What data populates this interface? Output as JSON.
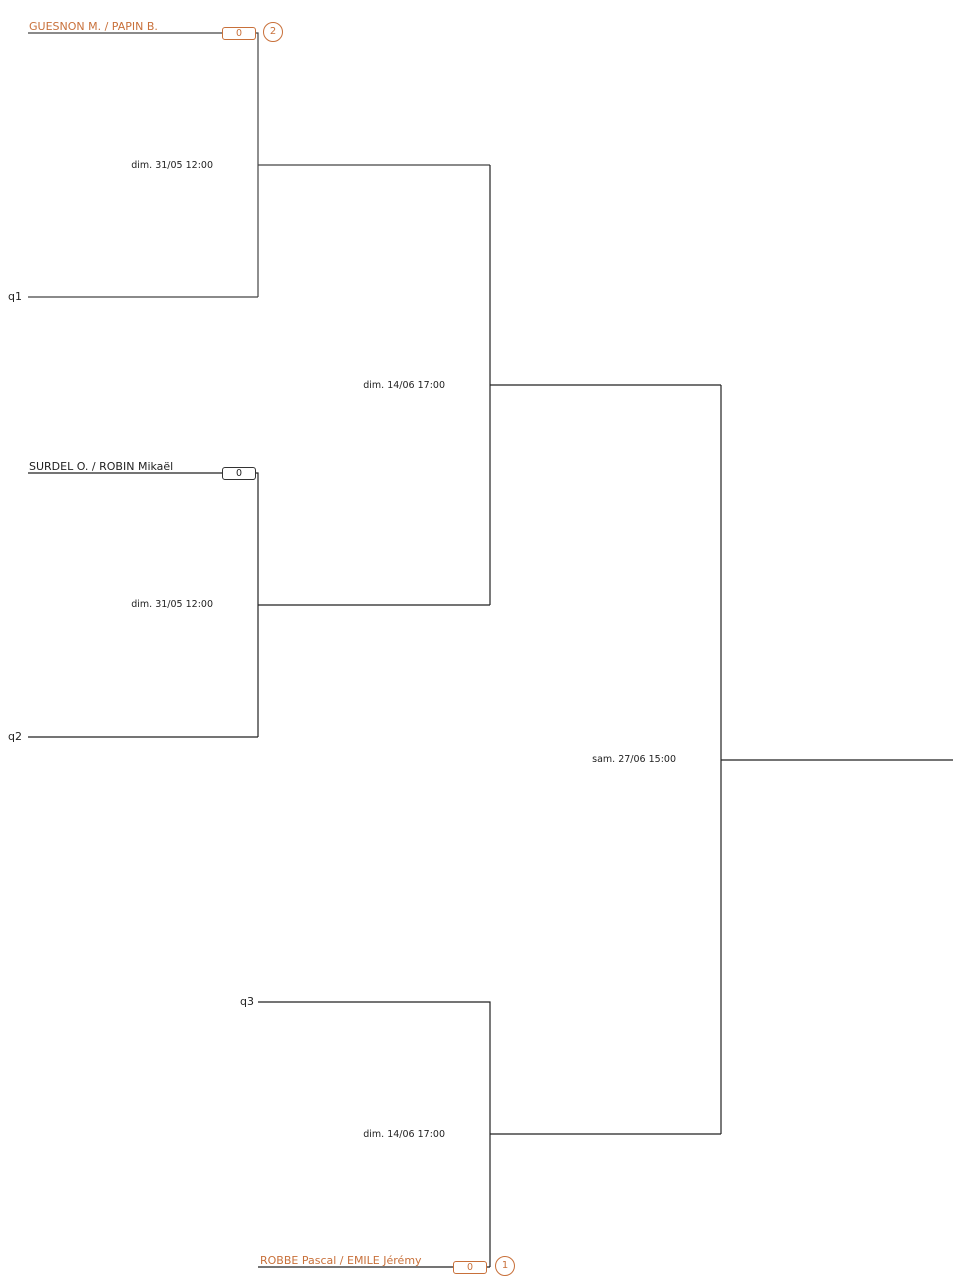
{
  "matches": [
    {
      "team1": "GUESNON M. / PAPIN B.",
      "score1": "0",
      "seed1": "2",
      "team2": "q1",
      "date": "dim. 31/05 12:00"
    },
    {
      "team1": "SURDEL O. / ROBIN Mikaël",
      "score1": "0",
      "team2": "q2",
      "date": "dim. 31/05 12:00"
    }
  ],
  "semis": [
    {
      "date": "dim. 14/06 17:00"
    },
    {
      "team1": "q3",
      "team2": "ROBBE Pascal / EMILE Jérémy",
      "score2": "0",
      "seed2": "1",
      "date": "dim. 14/06 17:00"
    }
  ],
  "final": {
    "date": "sam. 27/06 15:00"
  },
  "colors": {
    "seeded": "#c8703a",
    "line": "#222222"
  }
}
